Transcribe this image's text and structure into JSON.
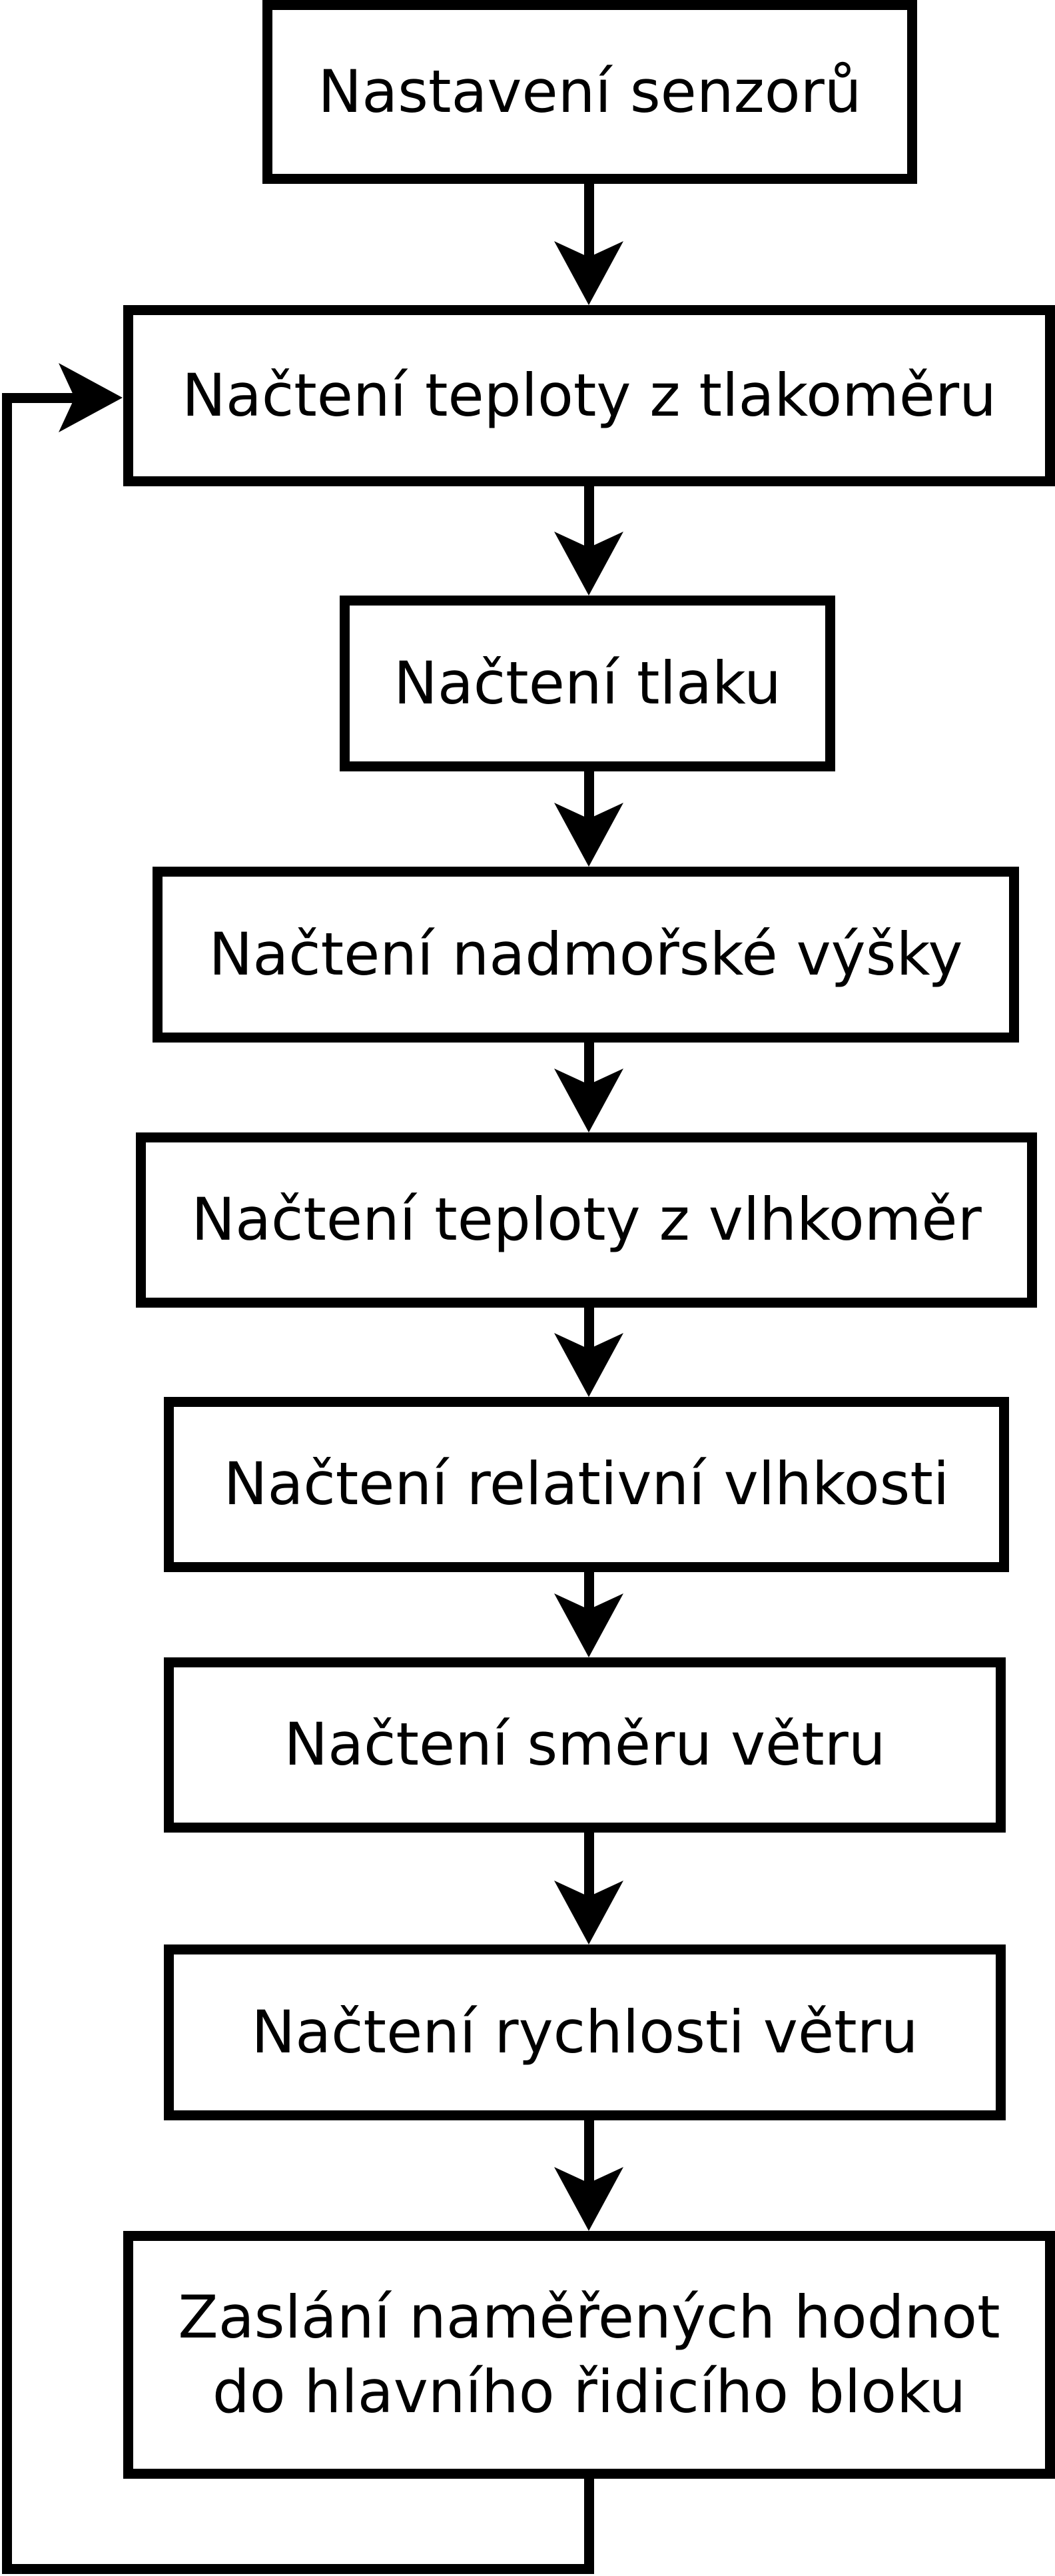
{
  "diagram": {
    "type": "flowchart",
    "language": "cs",
    "colors": {
      "stroke": "#000000",
      "fill": "#ffffff",
      "text": "#000000"
    },
    "nodes": [
      {
        "id": "nastaveni-senzoru",
        "label": "Nastavení senzorů"
      },
      {
        "id": "nacteni-teploty-tlakomer",
        "label": "Načtení teploty z tlakoměru"
      },
      {
        "id": "nacteni-tlaku",
        "label": "Načtení tlaku"
      },
      {
        "id": "nacteni-nadmorske-vysky",
        "label": "Načtení nadmořské výšky"
      },
      {
        "id": "nacteni-teploty-vlhkomer",
        "label": "Načtení teploty z vlhkoměr"
      },
      {
        "id": "nacteni-relativni-vlhkosti",
        "label": "Načtení relativní vlhkosti"
      },
      {
        "id": "nacteni-smeru-vetru",
        "label": "Načtení směru větru"
      },
      {
        "id": "nacteni-rychlosti-vetru",
        "label": "Načtení rychlosti větru"
      },
      {
        "id": "zaslani-hodnot",
        "label": "Zaslání naměřených hodnot\ndo hlavního řidicího bloku"
      }
    ],
    "edges": [
      {
        "from": "nastaveni-senzoru",
        "to": "nacteni-teploty-tlakomer",
        "type": "arrow-down"
      },
      {
        "from": "nacteni-teploty-tlakomer",
        "to": "nacteni-tlaku",
        "type": "arrow-down"
      },
      {
        "from": "nacteni-tlaku",
        "to": "nacteni-nadmorske-vysky",
        "type": "arrow-down"
      },
      {
        "from": "nacteni-nadmorske-vysky",
        "to": "nacteni-teploty-vlhkomer",
        "type": "arrow-down"
      },
      {
        "from": "nacteni-teploty-vlhkomer",
        "to": "nacteni-relativni-vlhkosti",
        "type": "arrow-down"
      },
      {
        "from": "nacteni-relativni-vlhkosti",
        "to": "nacteni-smeru-vetru",
        "type": "arrow-down"
      },
      {
        "from": "nacteni-smeru-vetru",
        "to": "nacteni-rychlosti-vetru",
        "type": "arrow-down"
      },
      {
        "from": "nacteni-rychlosti-vetru",
        "to": "zaslani-hodnot",
        "type": "arrow-down"
      },
      {
        "from": "zaslani-hodnot",
        "to": "nacteni-teploty-tlakomer",
        "type": "loop-back-left"
      }
    ]
  }
}
